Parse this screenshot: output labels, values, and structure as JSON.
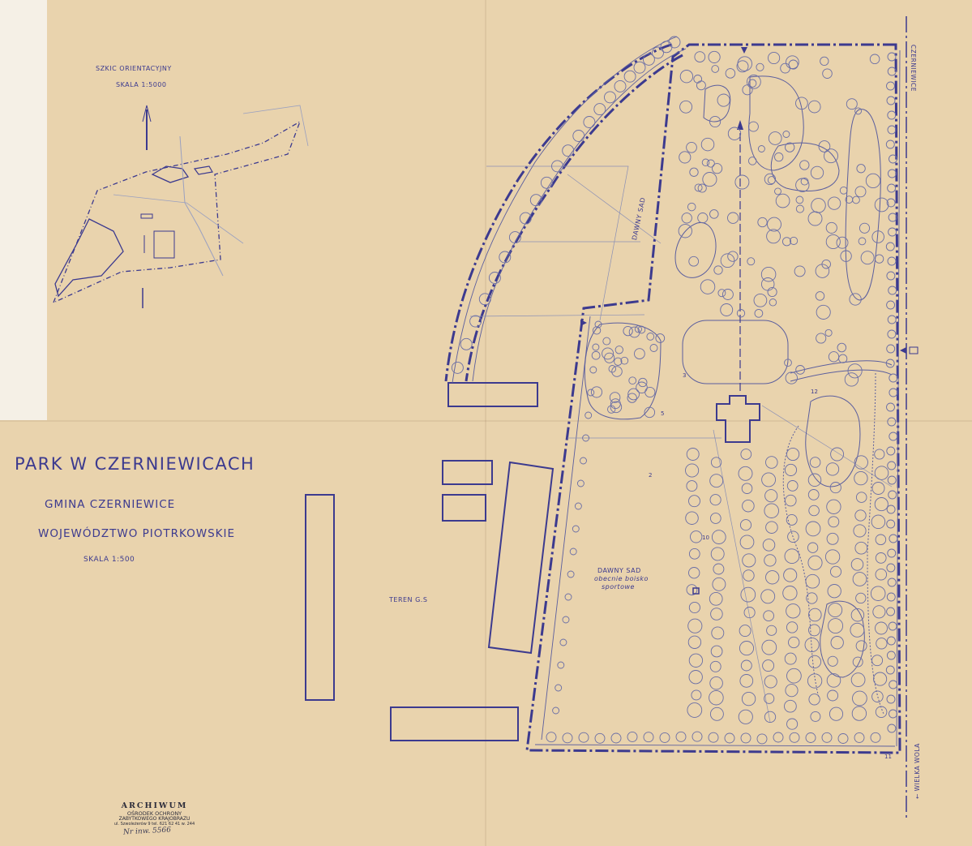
{
  "map": {
    "title": "PARK W CZERNIEWICACH",
    "commune": "GMINA CZERNIEWICE",
    "voivodeship": "WOJEWÓDZTWO PIOTRKOWSKIE",
    "scale": "SKALA 1:500"
  },
  "inset": {
    "title": "SZKIC ORIENTACYJNY",
    "scale": "SKALA 1:5000"
  },
  "labels": {
    "teren": "TEREN G.S",
    "old_orchard": "DAWNY SAD",
    "old_orchard_sports_line1": "obecnie boisko",
    "old_orchard_sports_line2": "sportowe",
    "old_orchard_north": "DAWNY SAD",
    "road_north": "CZERNIEWICE",
    "road_south": "← WIELKA WOLA"
  },
  "stamp": {
    "archive": "ARCHIWUM",
    "office_line1": "OŚRODEK OCHRONY",
    "office_line2": "ZABYTKOWEGO KRAJOBRAZU",
    "address": "ul. Szwoleżerów 9 tel. 621 62 41 w. 244",
    "inventory": "Nr inw. 5566"
  },
  "colors": {
    "ink": "#3c3a8f",
    "paper": "#e9d3ad",
    "pencil": "#7a7fa8"
  }
}
